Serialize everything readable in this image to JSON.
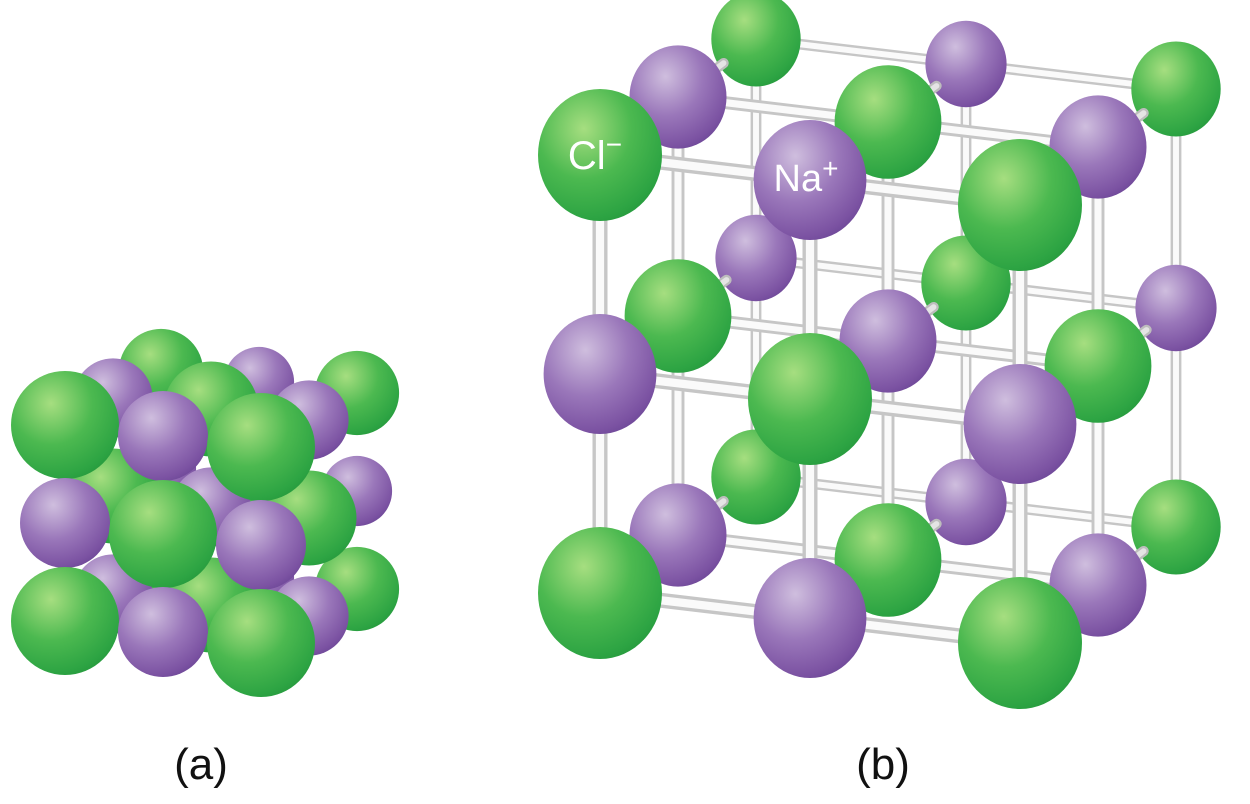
{
  "figure": {
    "description": "Sodium chloride (NaCl) crystal lattice shown as a space-filling model (a) and a ball-and-stick model (b)",
    "background": "#ffffff"
  },
  "panels": [
    {
      "id": "a",
      "caption": "(a)",
      "model": "space-filling"
    },
    {
      "id": "b",
      "caption": "(b)",
      "model": "ball-and-stick"
    }
  ],
  "ions": {
    "chloride": {
      "symbol": "Cl",
      "charge": "−",
      "label": "Cl−",
      "gradient": [
        "#a6de80",
        "#4cb950",
        "#2da443",
        "#1f8f37"
      ]
    },
    "sodium": {
      "symbol": "Na",
      "charge": "+",
      "label": "Na+",
      "gradient": [
        "#cfbede",
        "#9a77ba",
        "#7b52a2",
        "#5e3c8c"
      ]
    }
  },
  "lattice": {
    "size": 3,
    "arrangement": "alternating cubic (rock salt)",
    "corner_ion": "chloride",
    "rod_core_color": "#fafafa",
    "rod_edge_color": "#c6c6c6",
    "depth_rod_core_color": "#e4e4e4",
    "depth_rod_edge_color": "#bdbdbd"
  },
  "caption_color": "#111111",
  "label_text_color": "#ffffff"
}
